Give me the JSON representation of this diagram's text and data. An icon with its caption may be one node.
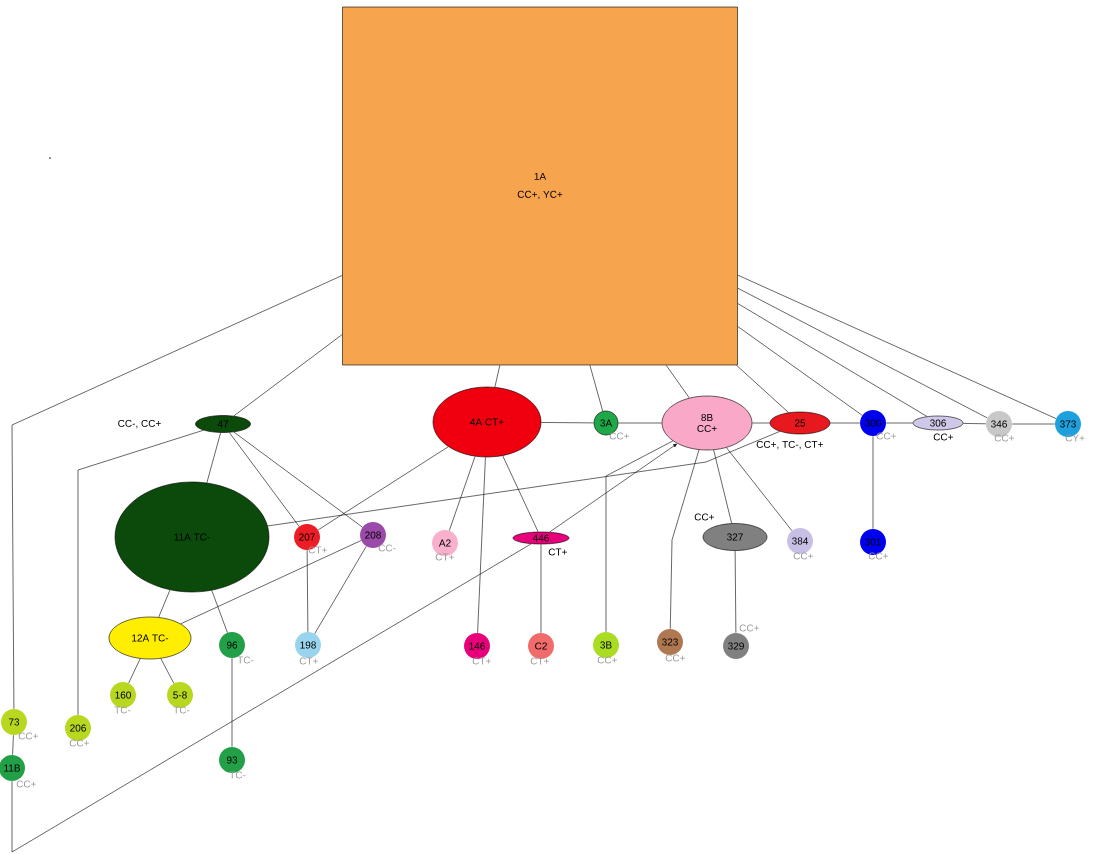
{
  "diagram": {
    "nodes": [
      {
        "text": [
          "1A",
          "CC+, YC+"
        ]
      },
      {
        "text": [
          "47"
        ],
        "beside": [
          "CC-, CC+"
        ]
      },
      {
        "text": [
          "4A CT+"
        ]
      },
      {
        "text": [
          "3A"
        ],
        "beside": [
          "CC+"
        ]
      },
      {
        "text": [
          "8B",
          "CC+"
        ]
      },
      {
        "text": [
          "25"
        ],
        "beside": [
          "CC+, TC-, CT+"
        ]
      },
      {
        "text": [
          "300"
        ],
        "beside": [
          "CC+"
        ]
      },
      {
        "text": [
          "306"
        ],
        "beside": [
          "CC+"
        ]
      },
      {
        "text": [
          "346"
        ],
        "beside": [
          "CC+"
        ]
      },
      {
        "text": [
          "373"
        ],
        "beside": [
          "CY+"
        ]
      },
      {
        "text": [
          "11A TC-"
        ]
      },
      {
        "text": [
          "207"
        ],
        "beside": [
          "CT+"
        ]
      },
      {
        "text": [
          "208"
        ],
        "beside": [
          "CC-"
        ]
      },
      {
        "text": [
          "A2"
        ],
        "beside": [
          "CT+"
        ]
      },
      {
        "text": [
          "446"
        ],
        "beside": [
          "CT+"
        ]
      },
      {
        "text": [
          "327"
        ],
        "beside": [
          "CC+"
        ]
      },
      {
        "text": [
          "384"
        ],
        "beside": [
          "CC+"
        ]
      },
      {
        "text": [
          "301"
        ],
        "beside": [
          "CC+"
        ]
      },
      {
        "text": [
          "12A TC-"
        ]
      },
      {
        "text": [
          "96"
        ],
        "beside": [
          "TC-"
        ]
      },
      {
        "text": [
          "198"
        ],
        "beside": [
          "CT+"
        ]
      },
      {
        "text": [
          "146"
        ],
        "beside": [
          "CT+"
        ]
      },
      {
        "text": [
          "C2"
        ],
        "beside": [
          "CT+"
        ]
      },
      {
        "text": [
          "3B"
        ],
        "beside": [
          "CC+"
        ]
      },
      {
        "text": [
          "323"
        ],
        "beside": [
          "CC+"
        ]
      },
      {
        "text": [
          "329"
        ],
        "beside": [
          "CC+"
        ]
      },
      {
        "text": [
          "160"
        ],
        "beside": [
          "TC-"
        ]
      },
      {
        "text": [
          "5-8"
        ],
        "beside": [
          "TC-"
        ]
      },
      {
        "text": [
          "73"
        ],
        "beside": [
          "CC+"
        ]
      },
      {
        "text": [
          "206"
        ],
        "beside": [
          "CC+"
        ]
      },
      {
        "text": [
          "93"
        ],
        "beside": [
          "TC-"
        ]
      },
      {
        "text": [
          "11B"
        ],
        "beside": [
          "CC+"
        ]
      }
    ],
    "edges": [
      {
        "from": 0,
        "to": 1,
        "arrow": "none"
      },
      {
        "from": 0,
        "to": 28,
        "arrow": "none"
      },
      {
        "from": 0,
        "to": 2,
        "arrow": "none"
      },
      {
        "from": 0,
        "to": 3,
        "arrow": "none"
      },
      {
        "from": 0,
        "to": 4,
        "arrow": "none"
      },
      {
        "from": 0,
        "to": 5,
        "arrow": "none"
      },
      {
        "from": 0,
        "to": 6,
        "arrow": "none"
      },
      {
        "from": 0,
        "to": 7,
        "arrow": "none"
      },
      {
        "from": 0,
        "to": 8,
        "arrow": "none"
      },
      {
        "from": 0,
        "to": 9,
        "arrow": "none"
      },
      {
        "from": 2,
        "to": 3,
        "arrow": "none"
      },
      {
        "from": 3,
        "to": 4,
        "arrow": "none"
      },
      {
        "from": 4,
        "to": 5,
        "arrow": "none"
      },
      {
        "from": 5,
        "to": 6,
        "arrow": "none"
      },
      {
        "from": 6,
        "to": 7,
        "arrow": "none"
      },
      {
        "from": 7,
        "to": 8,
        "arrow": "none"
      },
      {
        "from": 8,
        "to": 9,
        "arrow": "none"
      },
      {
        "from": 1,
        "to": 10,
        "arrow": "none"
      },
      {
        "from": 1,
        "to": 11,
        "arrow": "none"
      },
      {
        "from": 1,
        "to": 12,
        "arrow": "none"
      },
      {
        "from": 1,
        "to": 29,
        "arrow": "none"
      },
      {
        "from": 10,
        "to": 5,
        "arrow": "none"
      },
      {
        "from": 10,
        "to": 18,
        "arrow": "none"
      },
      {
        "from": 10,
        "to": 19,
        "arrow": "none"
      },
      {
        "from": 11,
        "to": 2,
        "arrow": "none"
      },
      {
        "from": 11,
        "to": 20,
        "arrow": "none"
      },
      {
        "from": 12,
        "to": 20,
        "arrow": "none"
      },
      {
        "from": 12,
        "to": 18,
        "arrow": "none"
      },
      {
        "from": 2,
        "to": 13,
        "arrow": "none"
      },
      {
        "from": 2,
        "to": 21,
        "arrow": "none"
      },
      {
        "from": 2,
        "to": 14,
        "arrow": "none"
      },
      {
        "from": 14,
        "to": 4,
        "arrow": "to"
      },
      {
        "from": 31,
        "to": 14,
        "arrow": "none"
      },
      {
        "from": 14,
        "to": 22,
        "arrow": "none"
      },
      {
        "from": 4,
        "to": 23,
        "arrow": "none"
      },
      {
        "from": 4,
        "to": 24,
        "arrow": "none"
      },
      {
        "from": 4,
        "to": 15,
        "arrow": "none"
      },
      {
        "from": 4,
        "to": 16,
        "arrow": "none"
      },
      {
        "from": 15,
        "to": 25,
        "arrow": "none"
      },
      {
        "from": 6,
        "to": 17,
        "arrow": "none"
      },
      {
        "from": 18,
        "to": 26,
        "arrow": "none"
      },
      {
        "from": 18,
        "to": 27,
        "arrow": "none"
      },
      {
        "from": 19,
        "to": 30,
        "arrow": "none"
      },
      {
        "from": 28,
        "to": 31,
        "arrow": "none"
      }
    ]
  }
}
